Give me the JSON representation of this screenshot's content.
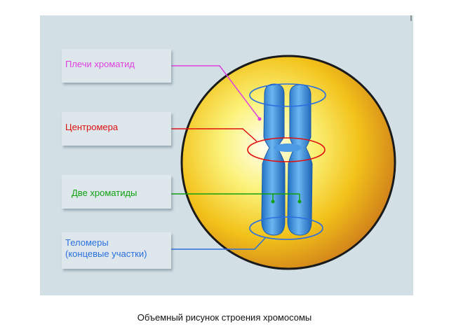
{
  "labels": {
    "arms": "Плечи хроматид",
    "centromere": "Центромера",
    "chromatids": "Две хроматиды",
    "telomeres_line1": "Теломеры",
    "telomeres_line2": "(концевые участки)"
  },
  "caption": "Объемный рисунок строения хромосомы",
  "colors": {
    "panel": "#d2dfe5",
    "arms": "#e040e0",
    "centromere": "#e01010",
    "chromatids": "#10a010",
    "telomeres": "#2a6fe0",
    "chromosome": "#3a8fd8"
  }
}
